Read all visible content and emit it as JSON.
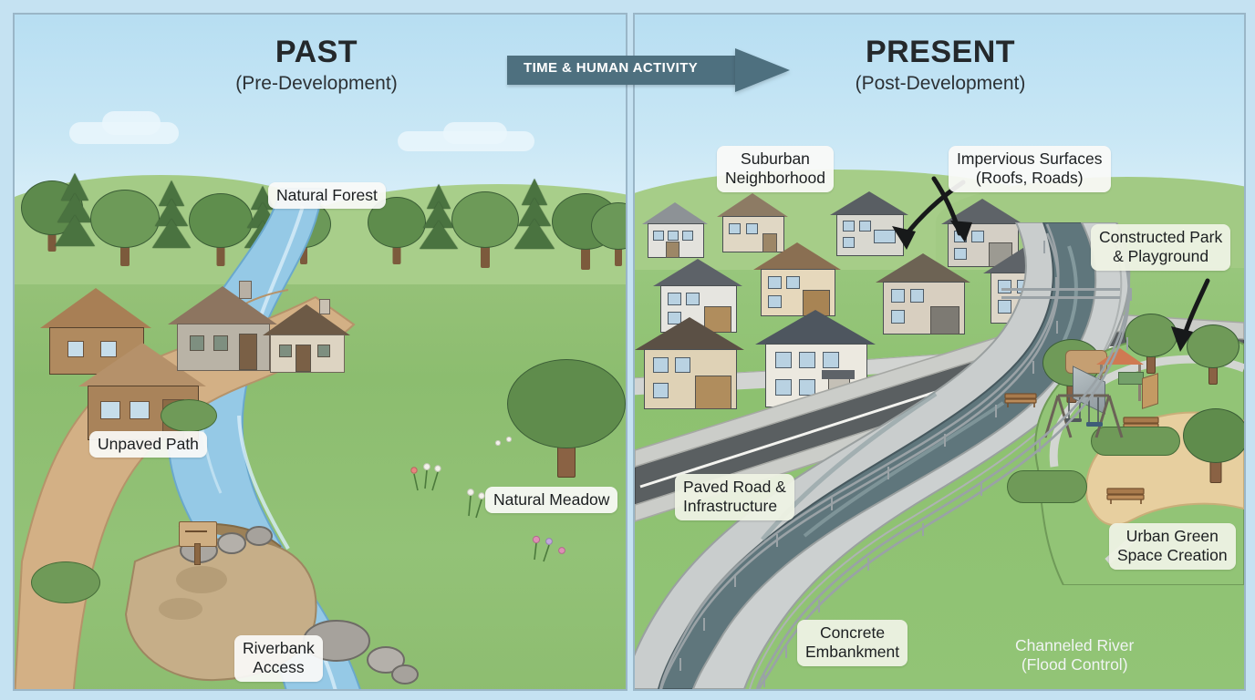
{
  "figure": {
    "type": "comparison-illustration",
    "background_color": "#c5e2f2"
  },
  "panels": {
    "past": {
      "title": "PAST",
      "subtitle": "(Pre-Development)",
      "labels": [
        {
          "id": "natural-forest",
          "text": "Natural Forest"
        },
        {
          "id": "unpaved-path",
          "text": "Unpaved Path"
        },
        {
          "id": "natural-meadow",
          "text": "Natural Meadow"
        },
        {
          "id": "riverbank-access",
          "text": "Riverbank\nAccess"
        }
      ]
    },
    "present": {
      "title": "PRESENT",
      "subtitle": "(Post-Development)",
      "labels": [
        {
          "id": "suburban-neighborhood",
          "text": "Suburban\nNeighborhood"
        },
        {
          "id": "impervious-surfaces",
          "text": "Impervious Surfaces\n(Roofs, Roads)"
        },
        {
          "id": "constructed-park",
          "text": "Constructed Park\n& Playground"
        },
        {
          "id": "paved-road",
          "text": "Paved Road &\nInfrastructure"
        },
        {
          "id": "urban-green-space",
          "text": "Urban Green\nSpace Creation"
        },
        {
          "id": "concrete-embankment",
          "text": "Concrete\nEmbankment"
        },
        {
          "id": "channeled-river",
          "text": "Channeled River\n(Flood Control)"
        }
      ]
    }
  },
  "transition_banner": {
    "text": "TIME & HUMAN ACTIVITY",
    "color": "#4e707f",
    "direction": "left-to-right"
  },
  "palette": {
    "sky": "#bfe1f3",
    "grass": "#93c277",
    "forest_green": "#4a7340",
    "river_blue": "#8fc6e4",
    "channel_water": "#5c7278",
    "concrete": "#c9cdcd",
    "asphalt": "#5a5f61",
    "dirt_path": "#cdab7d",
    "label_bg": "#faf9f6",
    "banner": "#4e707f"
  }
}
